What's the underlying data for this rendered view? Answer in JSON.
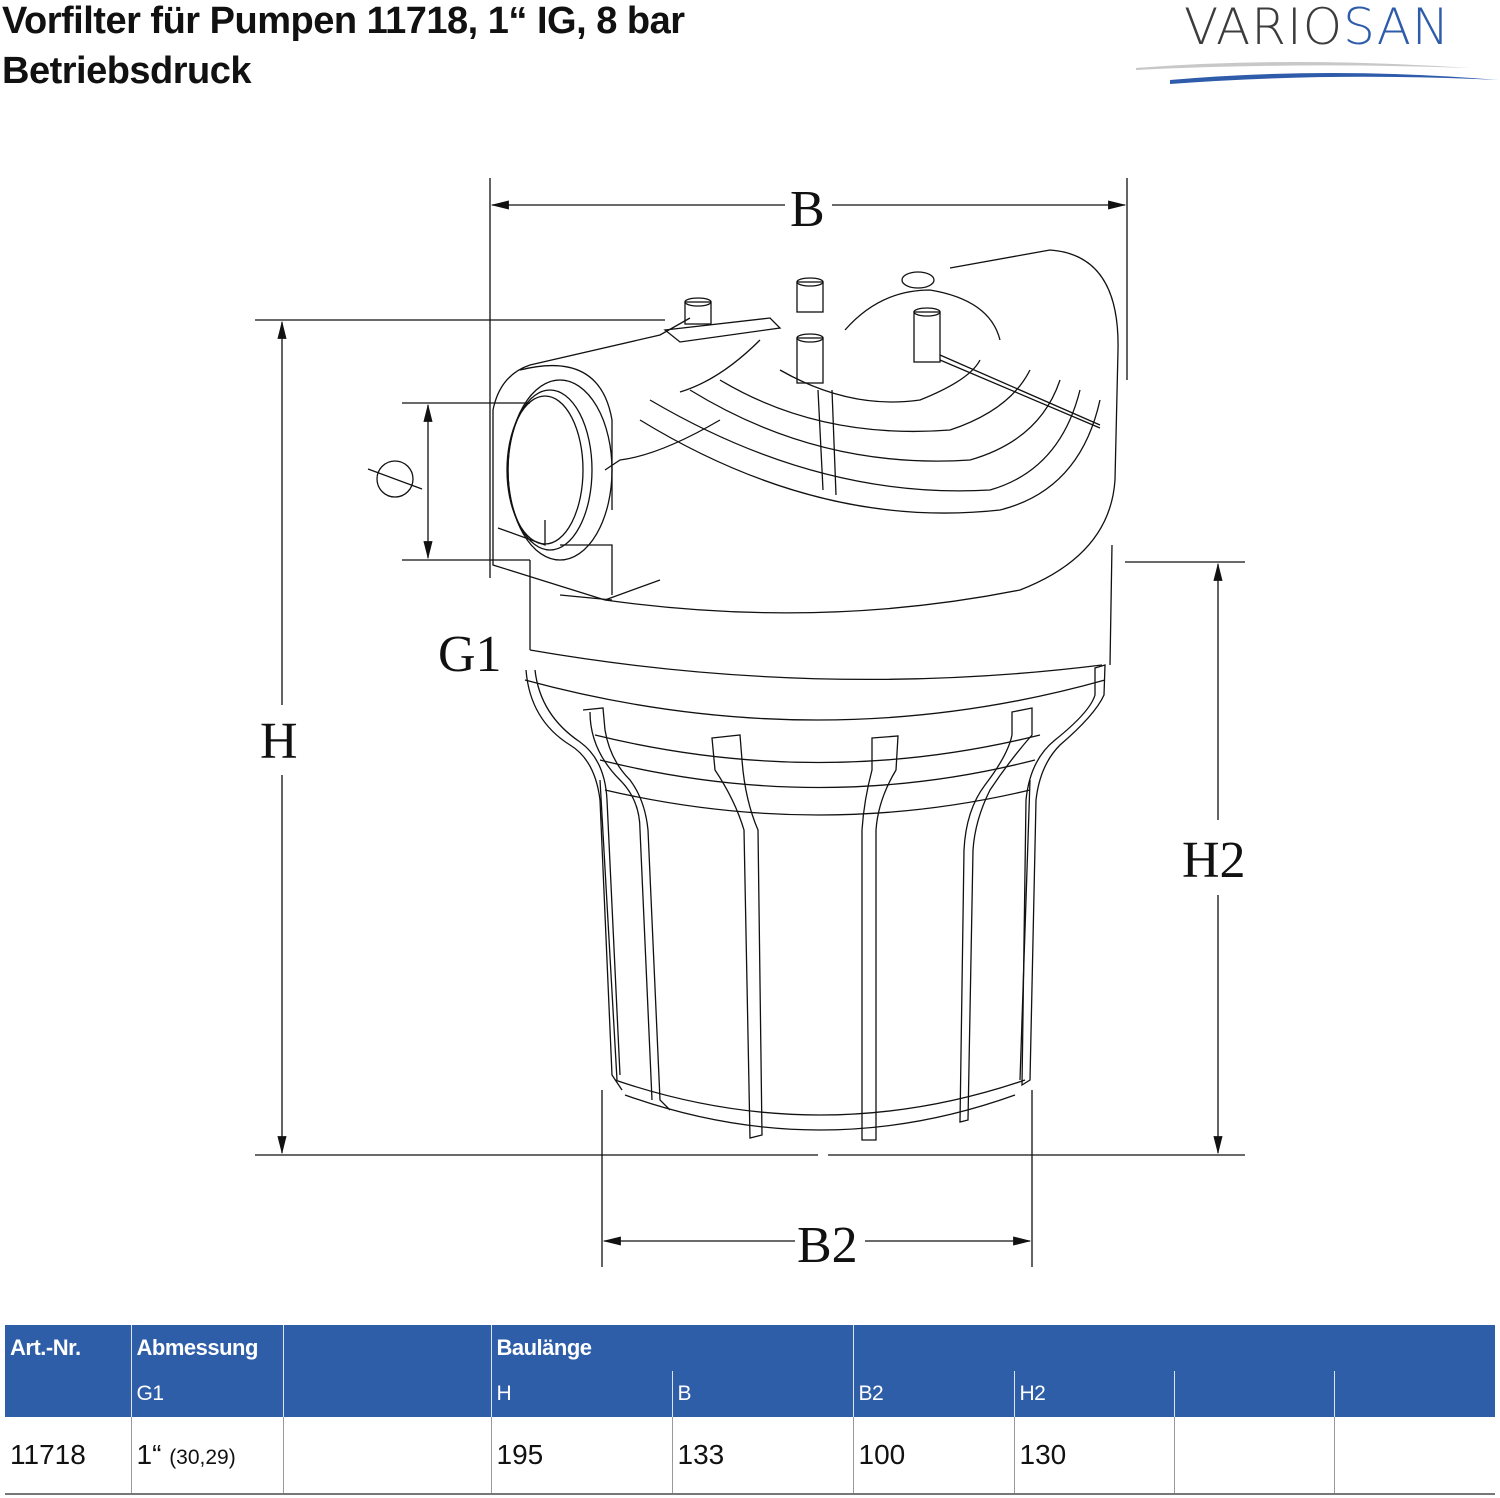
{
  "header": {
    "title_line1": "Vorfilter für Pumpen 11718, 1“ IG, 8 bar",
    "title_line2": "Betriebsdruck"
  },
  "logo": {
    "text_part1": "VARIO",
    "text_part2": "SAN",
    "colors": {
      "dark": "#3c3c3c",
      "blue": "#2e5cab",
      "swoosh_gray": "#c8c8c8"
    }
  },
  "drawing": {
    "labels": {
      "B": "B",
      "H": "H",
      "H2": "H2",
      "B2": "B2",
      "G1": "G1",
      "diameter_symbol": "⌀"
    }
  },
  "table": {
    "header_color": "#2e5ea8",
    "header_row1": [
      "Art.-Nr.",
      "Abmessung",
      "",
      "Baulänge",
      "",
      "",
      "",
      "",
      ""
    ],
    "header_row2": [
      "",
      "G1",
      "",
      "H",
      "B",
      "B2",
      "H2",
      "",
      ""
    ],
    "rows": [
      {
        "art_nr": "11718",
        "g1_main": "1“",
        "g1_detail": "(30,29)",
        "empty1": "",
        "h": "195",
        "b": "133",
        "b2": "100",
        "h2": "130",
        "empty2": "",
        "empty3": ""
      }
    ]
  }
}
